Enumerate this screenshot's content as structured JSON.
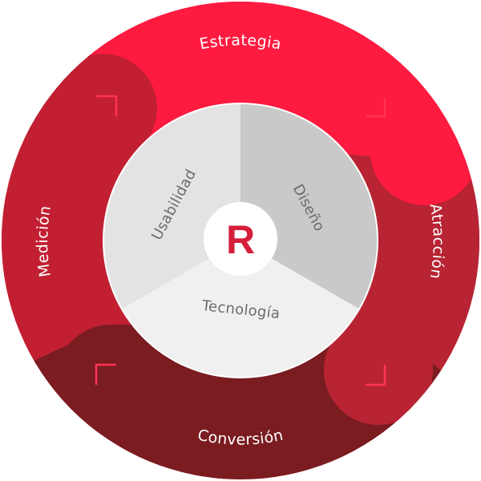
{
  "outer_ring": {
    "top_label": "Estrategia",
    "right_label": "Atracción",
    "bottom_label": "Conversión",
    "left_label": "Medición"
  },
  "inner_circle": {
    "left_label": "Usabilidad",
    "right_label": "Diseño",
    "bottom_label": "Tecnología"
  },
  "logo": {
    "letter": "R"
  },
  "colors": {
    "bright_red": "#ff1a40",
    "medium_red": "#c21f33",
    "mid_red": "#b82433",
    "dark_red": "#7a1c20",
    "inner_left": "#e3e3e3",
    "inner_right": "#c9c9c9",
    "inner_bottom": "#f0f0f0",
    "text_gray": "#6b6b6b"
  }
}
